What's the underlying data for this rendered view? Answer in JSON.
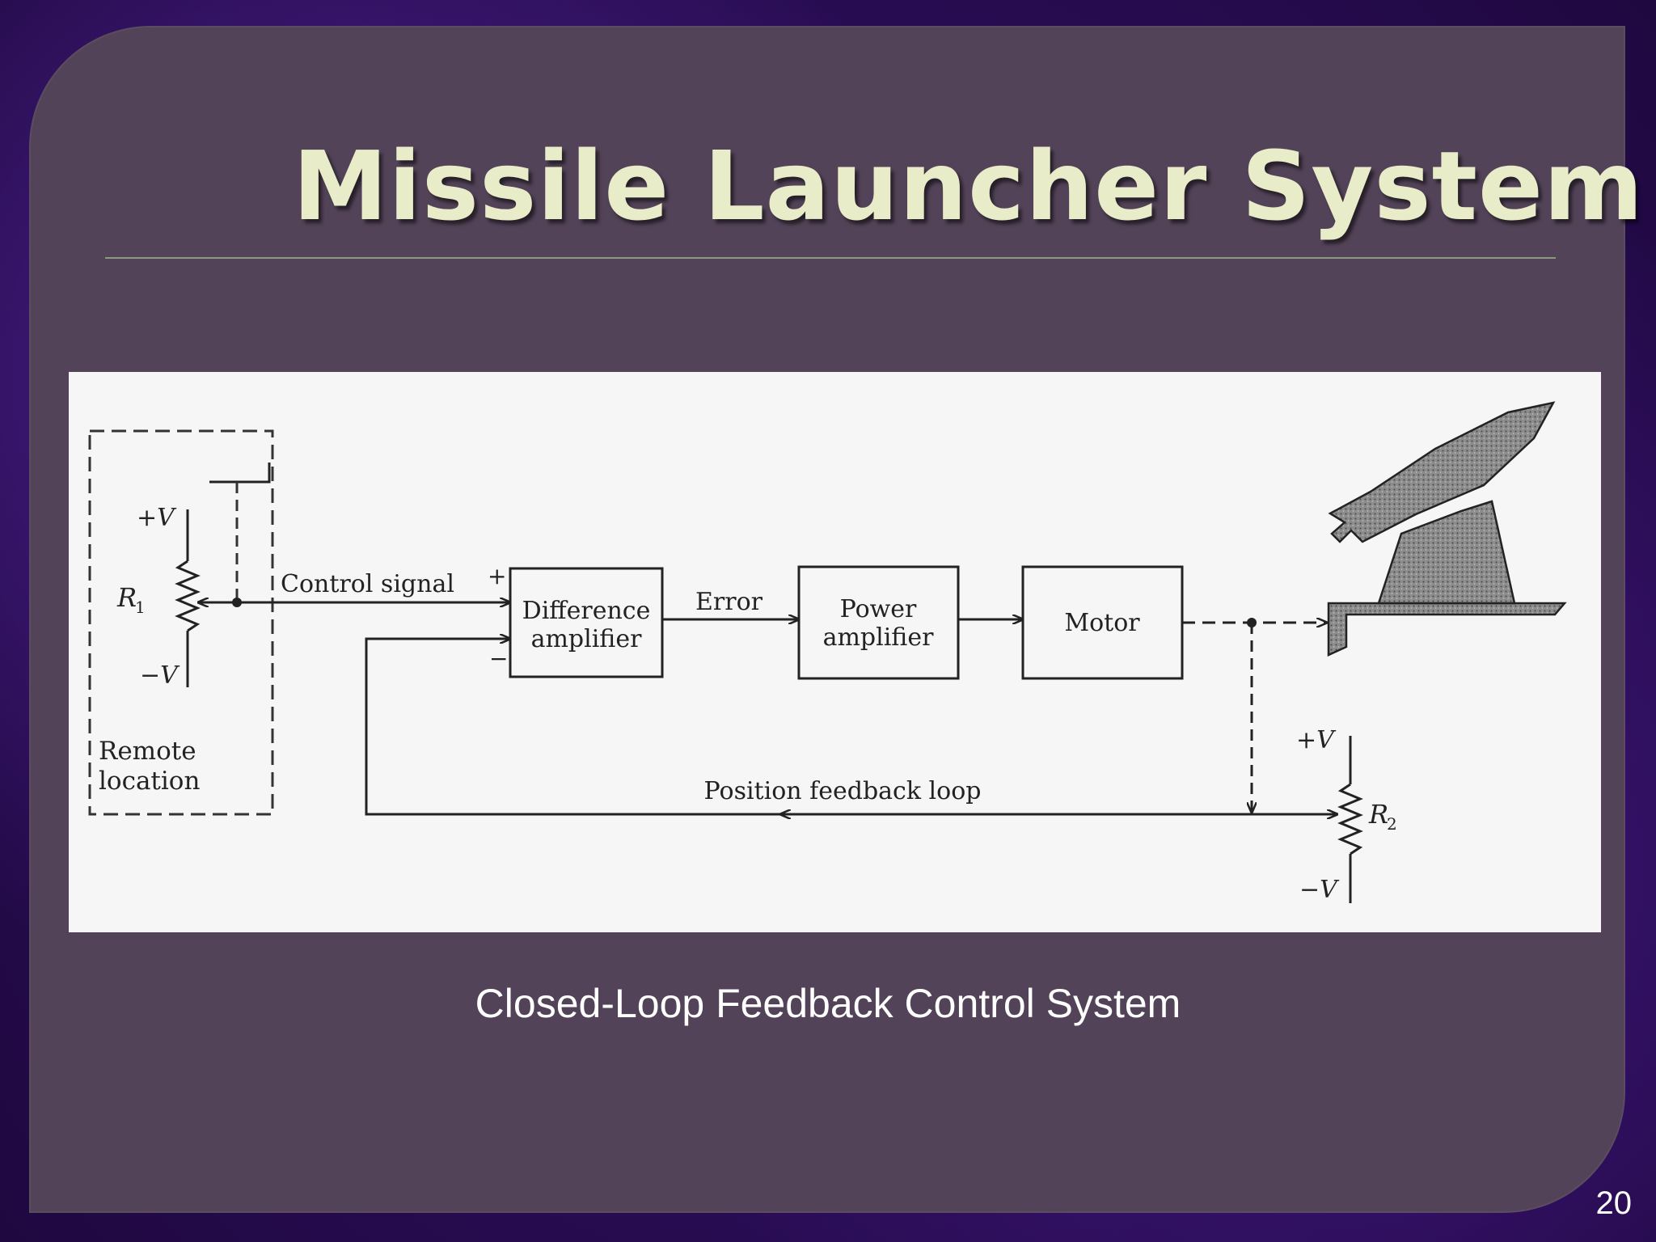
{
  "slide": {
    "title": "Missile Launcher System",
    "caption": "Closed-Loop Feedback Control System",
    "page_number": "20"
  },
  "diagram": {
    "remote_box": {
      "line1": "Remote",
      "line2": "location"
    },
    "r1": {
      "label": "R",
      "subscript": "1",
      "plus_v": "+V",
      "minus_v": "−V"
    },
    "r2": {
      "label": "R",
      "subscript": "2",
      "plus_v": "+V",
      "minus_v": "−V"
    },
    "control_signal": "Control signal",
    "plus_sign": "+",
    "minus_sign": "−",
    "difference_amplifier": {
      "line1": "Difference",
      "line2": "amplifier"
    },
    "error_label": "Error",
    "power_amplifier": {
      "line1": "Power",
      "line2": "amplifier"
    },
    "motor": "Motor",
    "feedback_label": "Position feedback loop"
  },
  "colors": {
    "panel": "#534358",
    "title": "#e9ecc9",
    "background": "#2a0d55"
  }
}
